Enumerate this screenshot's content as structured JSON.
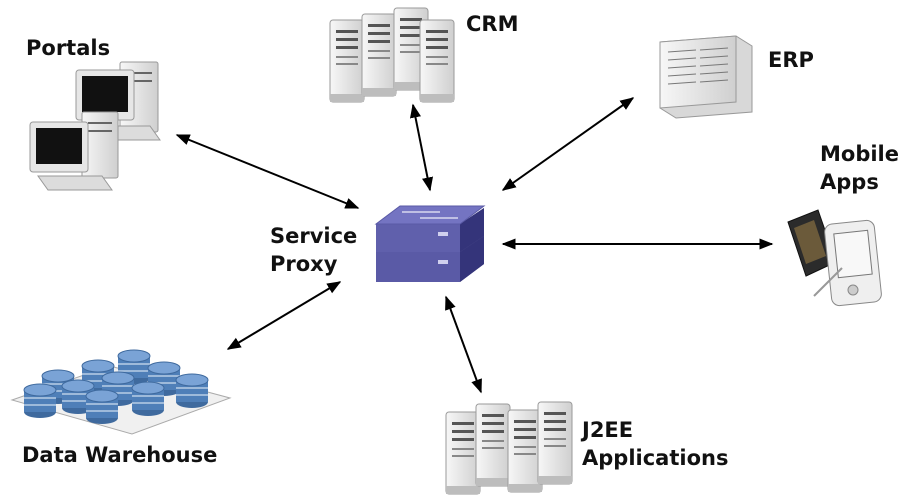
{
  "nodes": {
    "portals": {
      "label": "Portals",
      "icon": "desktop-computers-icon"
    },
    "crm": {
      "label": "CRM",
      "icon": "server-rack-icon"
    },
    "erp": {
      "label": "ERP",
      "icon": "server-cabinet-icon"
    },
    "mobile_apps": {
      "label_line1": "Mobile",
      "label_line2": "Apps",
      "icon": "mobile-devices-icon"
    },
    "service_proxy": {
      "label_line1": "Service",
      "label_line2": "Proxy",
      "icon": "network-switch-icon"
    },
    "data_warehouse": {
      "label": "Data Warehouse",
      "icon": "database-cluster-icon"
    },
    "j2ee_applications": {
      "label_line1": "J2EE",
      "label_line2": "Applications",
      "icon": "server-rack-icon"
    }
  },
  "edges": [
    {
      "from": "service_proxy",
      "to": "portals",
      "type": "bidirectional"
    },
    {
      "from": "service_proxy",
      "to": "crm",
      "type": "bidirectional"
    },
    {
      "from": "service_proxy",
      "to": "erp",
      "type": "bidirectional"
    },
    {
      "from": "service_proxy",
      "to": "mobile_apps",
      "type": "bidirectional"
    },
    {
      "from": "service_proxy",
      "to": "data_warehouse",
      "type": "bidirectional"
    },
    {
      "from": "service_proxy",
      "to": "j2ee_applications",
      "type": "bidirectional"
    }
  ],
  "colors": {
    "switch_top": "#6a6ab8",
    "switch_side": "#3e3e8a",
    "database": "#4f7fb8",
    "server": "#e8e8e8",
    "arrow": "#000000"
  }
}
